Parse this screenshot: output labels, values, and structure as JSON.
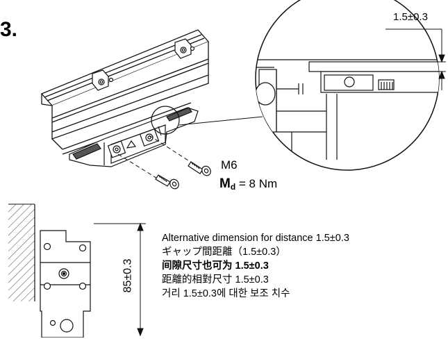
{
  "step_label": "3.",
  "gap_dimension": "1.5±0.3",
  "screw": {
    "size": "M6",
    "torque_symbol": "M",
    "torque_subscript": "d",
    "torque_value": "= 8 Nm"
  },
  "height_dimension": "85±0.3",
  "notes": [
    "Alternative dimension for distance 1.5±0.3",
    "ギャップ間距離（1.5±0.3）",
    "间隙尺寸也可为 1.5±0.3",
    "距離的相對尺寸 1.5±0.3",
    "거리 1.5±0.3에 대한 보조 치수"
  ]
}
